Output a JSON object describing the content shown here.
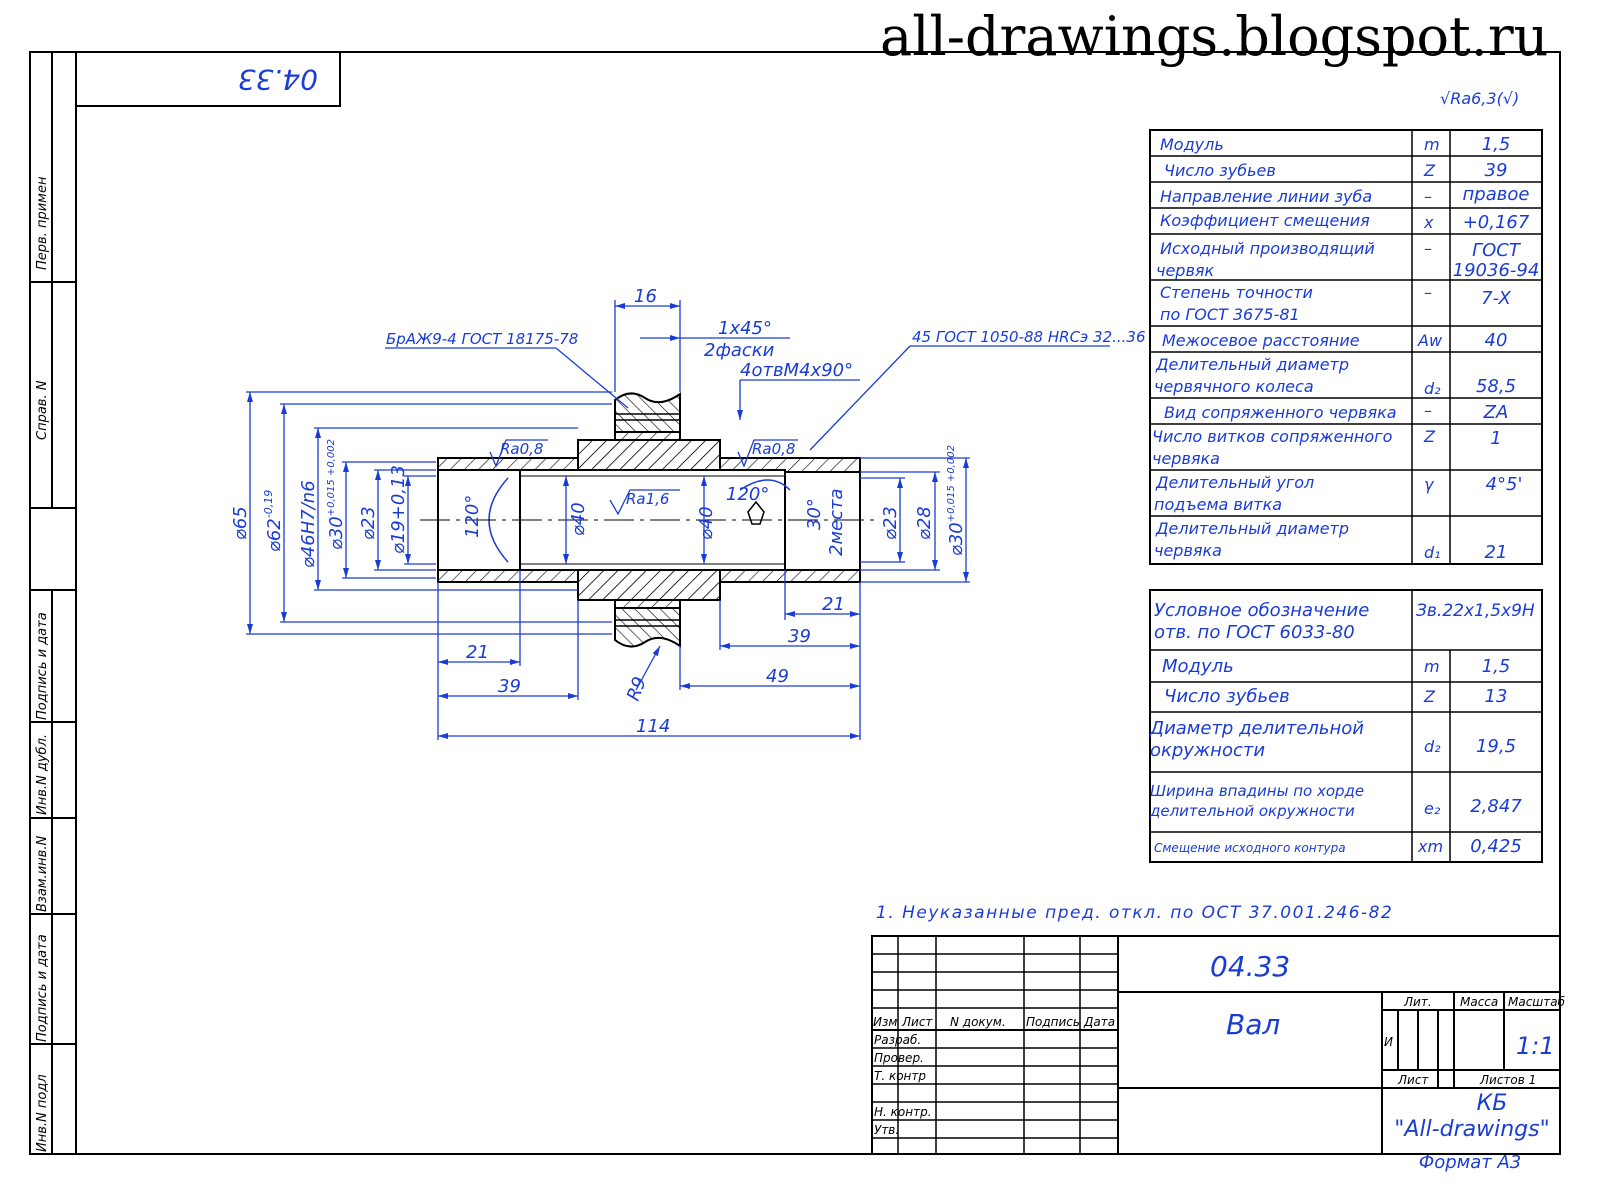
{
  "watermark": "all-drawings.blogspot.ru",
  "corner_stamp": "04.33",
  "roughness_general": "√Ra6,3(√)",
  "side_labels": [
    "Перв. примен",
    "Справ. N",
    "Подпись и дата",
    "Инв.N дубл.",
    "Взам.инв.N",
    "Подпись и дата",
    "Инв.N подл"
  ],
  "materials": {
    "gear_rim": "БрАЖ9-4 ГОСТ 18175-78",
    "shaft": "45 ГОСТ 1050-88 HRCэ 32...36"
  },
  "dimensions": {
    "rim_width": "16",
    "chamfer": "1x45°",
    "chamfer_note": "2фаски",
    "holes": "4отвМ4x90°",
    "ra08_left": "Ra0,8",
    "ra08_right": "Ra0,8",
    "ra16": "Ra1,6",
    "d65": "⌀65",
    "d62": "⌀62",
    "d62_tol": "-0,19",
    "d46": "⌀46H7/n6",
    "d30_left": "⌀30",
    "d30_tol": "+0,015 +0,002",
    "d23_left": "⌀23",
    "d19": "⌀19+0,13",
    "d40_a": "⌀40",
    "d40_b": "⌀40",
    "d23_right": "⌀23",
    "d28": "⌀28",
    "d30_right": "⌀30",
    "angle_120_left": "120°",
    "angle_120_right": "120°",
    "angle_30": "30°",
    "places_2": "2места",
    "len_21_right": "21",
    "len_39_right": "39",
    "len_49": "49",
    "len_21_left": "21",
    "len_39_left": "39",
    "len_114": "114",
    "r9": "R9"
  },
  "gear_table": [
    {
      "name": "Модуль",
      "sym": "m",
      "val": "1,5"
    },
    {
      "name": "Число зубьев",
      "sym": "Z",
      "val": "39"
    },
    {
      "name": "Направление линии зуба",
      "sym": "–",
      "val": "правое"
    },
    {
      "name": "Коэффициент смещения",
      "sym": "x",
      "val": "+0,167"
    },
    {
      "name": "Исходный производящий",
      "name2": "червяк",
      "sym": "–",
      "val": "ГОСТ",
      "val2": "19036-94"
    },
    {
      "name": "Степень точности",
      "name2": "по ГОСТ 3675-81",
      "sym": "–",
      "val": "7-X"
    },
    {
      "name": "Межосевое расстояние",
      "sym": "Aw",
      "val": "40"
    },
    {
      "name": "Делительный диаметр",
      "name2": "червячного колеса",
      "sym": "d₂",
      "val": "58,5"
    },
    {
      "name": "Вид сопряженного червяка",
      "sym": "–",
      "val": "ZA"
    },
    {
      "name": "Число витков сопряженного",
      "name2": "червяка",
      "sym": "Z",
      "val": "1"
    },
    {
      "name": "Делительный угол",
      "name2": "подъема витка",
      "sym": "γ",
      "val": "4°5'"
    },
    {
      "name": "Делительный диаметр",
      "name2": "червяка",
      "sym": "d₁",
      "val": "21"
    }
  ],
  "spline_table": [
    {
      "name": "Условное обозначение",
      "name2": "отв. по ГОСТ 6033-80",
      "sym": "",
      "val": "Зв.22x1,5x9H"
    },
    {
      "name": "Модуль",
      "sym": "m",
      "val": "1,5"
    },
    {
      "name": "Число зубьев",
      "sym": "Z",
      "val": "13"
    },
    {
      "name": "Диаметр делительной",
      "name2": "окружности",
      "sym": "d₂",
      "val": "19,5"
    },
    {
      "name": "Ширина впадины по хорде",
      "name2": "делительной окружности",
      "sym": "e₂",
      "val": "2,847"
    },
    {
      "name": "Смещение исходного контура",
      "sym": "xm",
      "val": "0,425"
    }
  ],
  "note": "1. Неуказанные пред. откл. по ОСТ 37.001.246-82",
  "title_block": {
    "doc_number": "04.33",
    "part_name": "Вал",
    "header": [
      "Изм",
      "Лист",
      "N докум.",
      "Подпись",
      "Дата"
    ],
    "roles": [
      "Разраб.",
      "Провер.",
      "Т. контр",
      "",
      "Н. контр.",
      "Утв."
    ],
    "lit_label": "Лит.",
    "mass_label": "Масса",
    "scale_label": "Масштаб",
    "lit_value": "И",
    "scale_value": "1:1",
    "sheet_label": "Лист",
    "sheets_label": "Листов 1",
    "org_line1": "КБ",
    "org_line2": "\"All-drawings\"",
    "format": "Формат А3"
  }
}
